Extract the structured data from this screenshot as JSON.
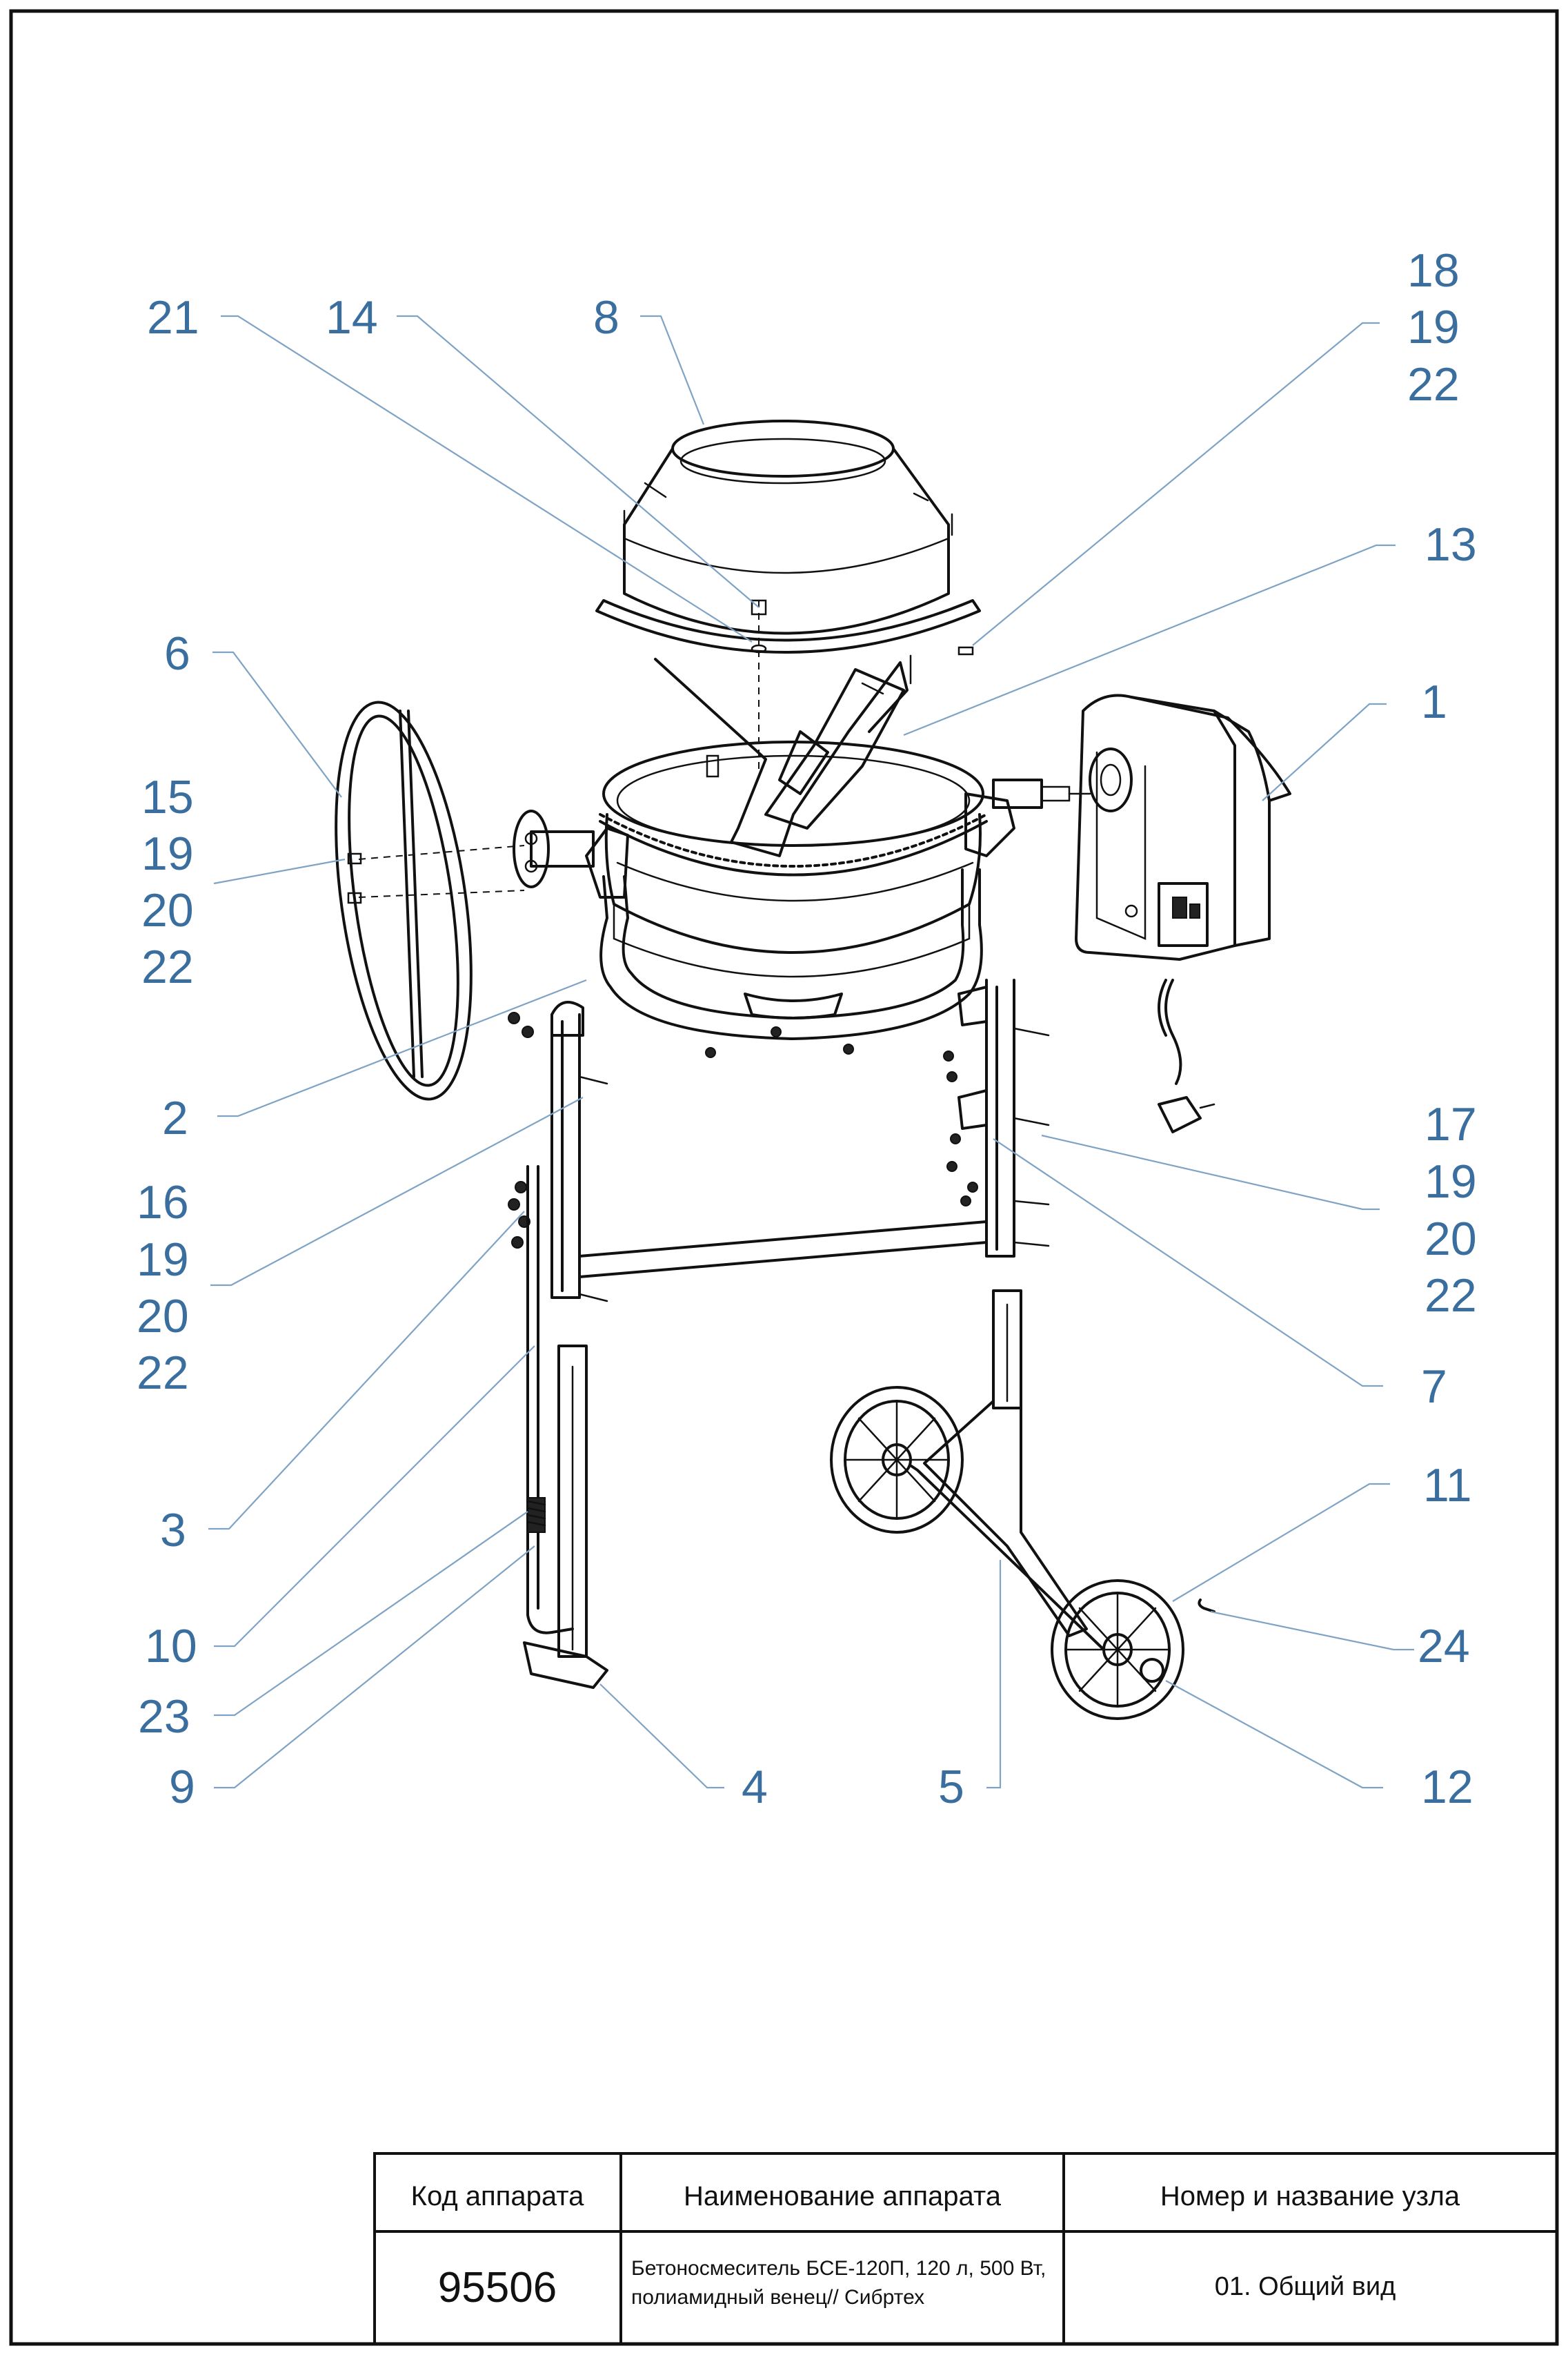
{
  "callouts": {
    "c21": "21",
    "c14": "14",
    "c8": "8",
    "c18": "18",
    "c19a": "19",
    "c22a": "22",
    "c13": "13",
    "c6": "6",
    "c15": "15",
    "c19b": "19",
    "c20b": "20",
    "c22b": "22",
    "c1": "1",
    "c2": "2",
    "c17": "17",
    "c19c": "19",
    "c20c": "20",
    "c22c": "22",
    "c16": "16",
    "c19d": "19",
    "c20d": "20",
    "c22d": "22",
    "c7": "7",
    "c3": "3",
    "c11": "11",
    "c10": "10",
    "c24": "24",
    "c23": "23",
    "c9": "9",
    "c4": "4",
    "c5": "5",
    "c12": "12"
  },
  "table": {
    "col1_header": "Код аппарата",
    "col2_header": "Наименование аппарата",
    "col3_header": "Номер и название узла",
    "code": "95506",
    "name_line1": "Бетоносмеситель БСЕ-120П, 120 л, 500 Вт,",
    "name_line2": "полиамидный венец// Сибртех",
    "node": "01. Общий вид"
  },
  "colors": {
    "callout": "#3a6e9e",
    "leader": "#7fa3c4",
    "line": "#111111"
  }
}
